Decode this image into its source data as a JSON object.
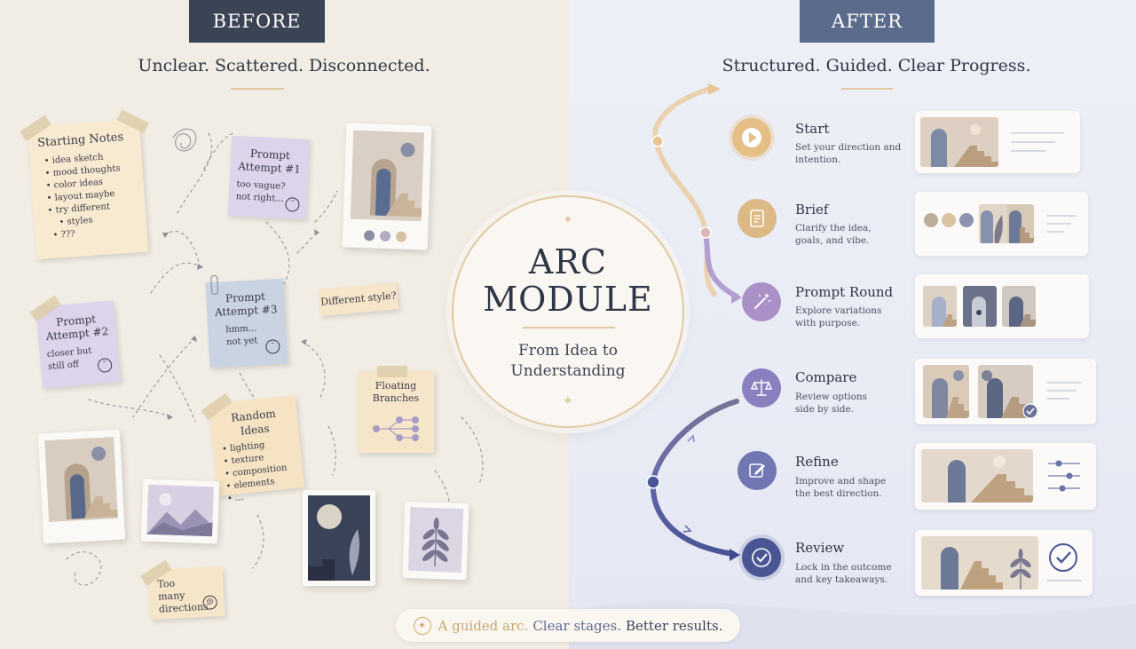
{
  "before": {
    "badge": "BEFORE",
    "subtitle": "Unclear. Scattered. Disconnected.",
    "notes": {
      "starting": {
        "title": "Starting Notes",
        "items": [
          "idea sketch",
          "mood thoughts",
          "color ideas",
          "layout maybe",
          "try different",
          "styles",
          "???"
        ]
      },
      "attempt1": {
        "title": "Prompt Attempt #1",
        "line1": "too vague?",
        "line2": "not right..."
      },
      "attempt3": {
        "title": "Prompt Attempt #3",
        "line1": "hmm...",
        "line2": "not yet"
      },
      "attempt2": {
        "title": "Prompt Attempt #2",
        "line1": "closer but",
        "line2": "still off"
      },
      "different": "Different style?",
      "random": {
        "title": "Random Ideas",
        "items": [
          "lighting",
          "texture",
          "composition",
          "elements",
          "..."
        ]
      },
      "branches": "Floating Branches",
      "toomany": "Too many directions"
    }
  },
  "center": {
    "title_line1": "ARC",
    "title_line2": "MODULE",
    "sub_line1": "From Idea to",
    "sub_line2": "Understanding"
  },
  "after": {
    "badge": "AFTER",
    "subtitle": "Structured. Guided. Clear Progress.",
    "steps": [
      {
        "title": "Start",
        "desc": "Set your direction and intention.",
        "icon": "play-icon",
        "color": "#e6bf86"
      },
      {
        "title": "Brief",
        "desc": "Clarify the idea, goals, and vibe.",
        "icon": "document-icon",
        "color": "#dcb985"
      },
      {
        "title": "Prompt Round",
        "desc": "Explore variations with purpose.",
        "icon": "magic-wand-icon",
        "color": "#a990c6"
      },
      {
        "title": "Compare",
        "desc": "Review options side by side.",
        "icon": "scales-icon",
        "color": "#8a7fbf"
      },
      {
        "title": "Refine",
        "desc": "Improve and shape the best direction.",
        "icon": "edit-icon",
        "color": "#7177b3"
      },
      {
        "title": "Review",
        "desc": "Lock in the outcome and key takeaways.",
        "icon": "check-icon",
        "color": "#4a5694"
      }
    ]
  },
  "footer": {
    "part1": "A guided arc.",
    "part2": "Clear stages.",
    "part3": "Better results.",
    "icon": "sparkle-icon"
  },
  "colors": {
    "gold": "#e1c7a0",
    "navy": "#3b4454",
    "slate_blue": "#5a6b8c",
    "lavender": "#a990c6",
    "deep_indigo": "#4a5694"
  }
}
